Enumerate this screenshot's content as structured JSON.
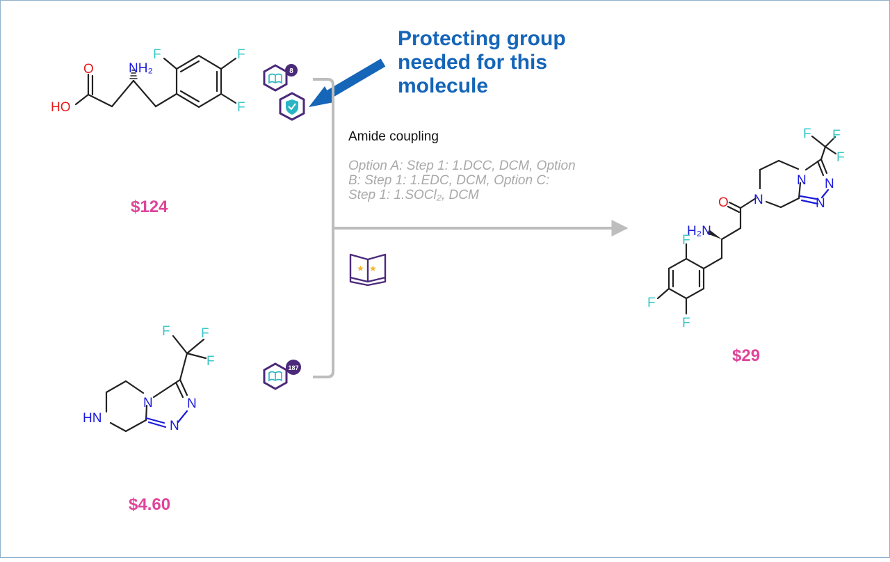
{
  "annotation": {
    "lines": [
      "Protecting group",
      "needed for this",
      "molecule"
    ]
  },
  "reaction": {
    "title": "Amide coupling",
    "conditions_lines": [
      "Option A: Step 1: 1.DCC, DCM, Option",
      "B: Step 1: 1.EDC, DCM, Option C:",
      "Step 1: 1.SOCl₂, DCM"
    ]
  },
  "reactants": [
    {
      "price": "$124",
      "literature_count": "8",
      "atoms": {
        "nh2": "NH₂",
        "o": "O",
        "ho": "HO",
        "f1": "F",
        "f2": "F",
        "f3": "F"
      }
    },
    {
      "price": "$4.60",
      "literature_count": "187",
      "atoms": {
        "hn": "HN",
        "n_ring": "N",
        "n_a": "N",
        "n_b": "N",
        "f1": "F",
        "f2": "F",
        "f3": "F"
      }
    }
  ],
  "product": {
    "price": "$29",
    "atoms": {
      "o": "O",
      "n_amide": "N",
      "h2n": "H₂N",
      "n_a": "N",
      "n_b": "N",
      "f1": "F",
      "f2": "F",
      "f3": "F",
      "f4": "F",
      "f5": "F",
      "f6": "F"
    }
  },
  "colors": {
    "price": "#e0449a",
    "annotation": "#1565b8",
    "nitrogen": "#1a1adb",
    "oxygen": "#e51b1b",
    "fluorine": "#3cc8c8",
    "badge": "#4b2a7a",
    "shield": "#2bb5c4",
    "connector": "#bdbdbd",
    "conditions": "#a9a9a9"
  },
  "icons": [
    "book-hex-icon",
    "shield-hex-icon",
    "rated-book-icon",
    "annotation-arrow-icon"
  ]
}
